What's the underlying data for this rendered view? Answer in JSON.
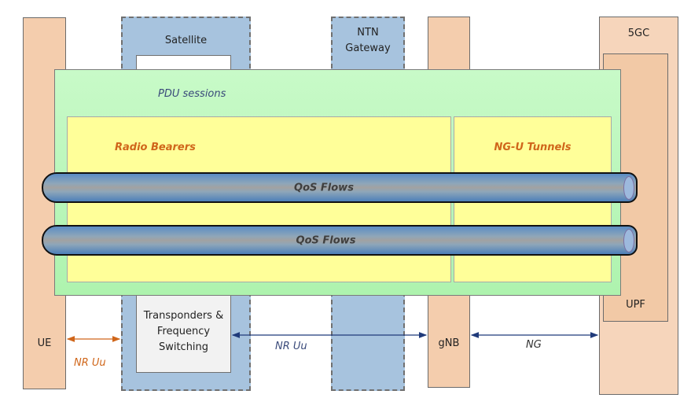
{
  "diagram": {
    "type": "NTN 5G user plane architecture",
    "nodes": {
      "ue": {
        "label": "UE"
      },
      "satellite": {
        "label": "Satellite",
        "payload_label": "Transponders & Frequency Switching",
        "payload_lines": [
          "Transponders &",
          "Frequency",
          "Switching"
        ]
      },
      "ntn_gateway": {
        "label_lines": [
          "NTN",
          "Gateway"
        ]
      },
      "gnb": {
        "label": "gNB"
      },
      "core": {
        "label": "5GC",
        "upf_label": "UPF"
      }
    },
    "layers": {
      "pdu_sessions": "PDU sessions",
      "radio_bearers": "Radio Bearers",
      "ngu_tunnels": "NG-U Tunnels",
      "qos_flows": [
        "QoS Flows",
        "QoS Flows"
      ]
    },
    "links": [
      {
        "name": "ue-satellite",
        "label": "NR Uu",
        "color": "#d0661a",
        "direction": "bidirectional"
      },
      {
        "name": "satellite-gnb",
        "label": "NR Uu",
        "color": "#1f3a7a",
        "direction": "bidirectional"
      },
      {
        "name": "gnb-5gc",
        "label": "NG",
        "color": "#1f3a7a",
        "direction": "bidirectional"
      }
    ],
    "colors": {
      "node_fill": "#f4cdad",
      "satellite_fill": "#a7c3de",
      "pdu_fill": "#c5f9c5",
      "bearer_fill": "#ffff99",
      "pipe_fill": "#5b8cc4",
      "orange_text": "#d0661a",
      "blue_text": "#3a4a7a"
    }
  }
}
